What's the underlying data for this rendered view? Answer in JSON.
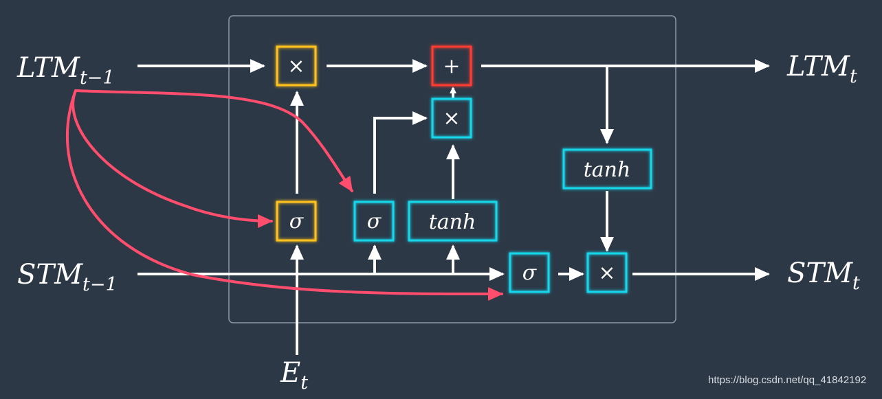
{
  "inputs": {
    "ltm_prev": {
      "main": "LTM",
      "sub": "t−1"
    },
    "stm_prev": {
      "main": "STM",
      "sub": "t−1"
    },
    "event": {
      "main": "E",
      "sub": "t"
    }
  },
  "outputs": {
    "ltm_next": {
      "main": "LTM",
      "sub": "t"
    },
    "stm_next": {
      "main": "STM",
      "sub": "t"
    }
  },
  "nodes": {
    "forget_multiply": "×",
    "add": "+",
    "learn_multiply": "×",
    "forget_sigma": "σ",
    "learn_sigma": "σ",
    "learn_tanh": "tanh",
    "use_tanh": "tanh",
    "use_sigma": "σ",
    "use_multiply": "×"
  },
  "colors": {
    "background": "#2d3846",
    "arrow": "#ffffff",
    "peephole": "#ff4d6d",
    "orange_node": "#ffc21a",
    "red_node": "#ff3b30",
    "cyan_node": "#19d6ec",
    "frame": "#8e98a4"
  },
  "watermark": "https://blog.csdn.net/qq_41842192"
}
